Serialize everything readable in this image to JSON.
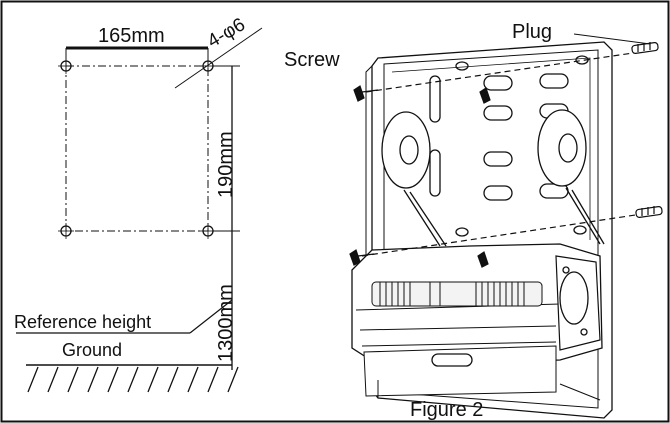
{
  "labels": {
    "hole_spacing_width": "165mm",
    "hole_spec": "4-φ6",
    "hole_spacing_height": "190mm",
    "mount_height": "1300mm",
    "reference_height": "Reference height",
    "ground": "Ground",
    "screw": "Screw",
    "plug": "Plug",
    "caption": "Figure 2"
  },
  "colors": {
    "line": "#111111",
    "background": "#ffffff",
    "shade": "#d9d9d9"
  }
}
